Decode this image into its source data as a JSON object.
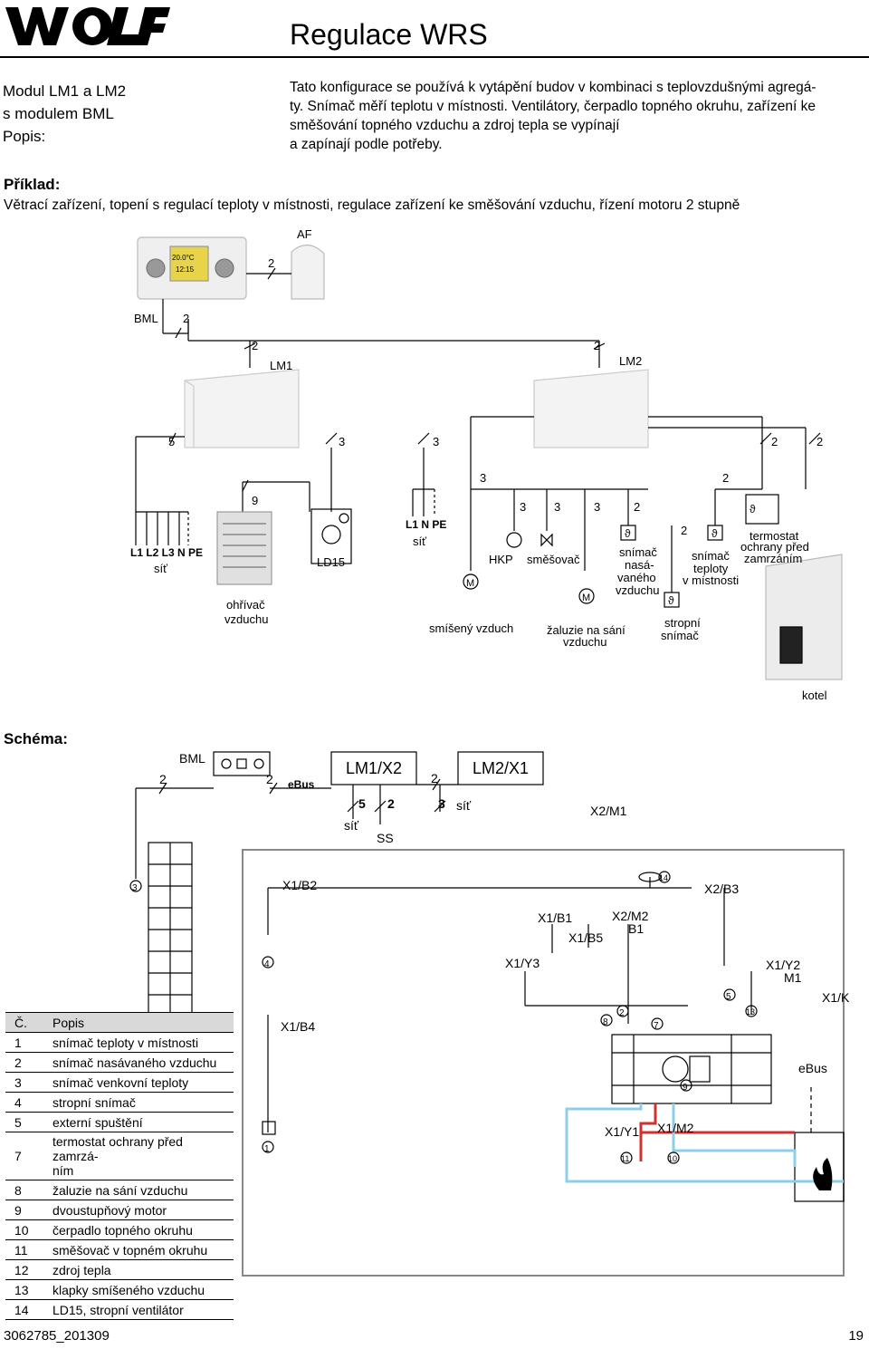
{
  "header": {
    "logo_text": "WOLF",
    "title": "Regulace WRS"
  },
  "module": {
    "line1": "Modul LM1 a LM2",
    "line2": "s modulem BML",
    "line3": "Popis:"
  },
  "intro": {
    "l1": "Tato konfigurace se používá k vytápění budov v kombinaci s teplovzdušnými agregá-",
    "l2": "ty. Snímač měří teplotu v místnosti. Ventilátory, čerpadlo topného okruhu, zařízení ke",
    "l3": "směšování topného vzduchu a zdroj tepla se vypínají",
    "l4": "a zapínají podle potřeby."
  },
  "example": {
    "heading": "Příklad:",
    "text": "Větrací zařízení, topení s regulací teploty v místnosti, regulace zařízení ke směšování vzduchu, řízení motoru 2 stupně"
  },
  "diagram": {
    "af": "AF",
    "bml": "BML",
    "lm1": "LM1",
    "lm2": "LM2",
    "n2": "2",
    "n3": "3",
    "n5": "5",
    "n9": "9",
    "l123": "L1 L2 L3 N PE",
    "sit": "síť",
    "l1npe": "L1 N PE",
    "ohrivac1": "ohřívač",
    "ohrivac2": "vzduchu",
    "ld15": "LD15",
    "hkp": "HKP",
    "smesovac": "směšovač",
    "smiseny": "smíšený vzduch",
    "zaluzie1": "žaluzie na sání",
    "zaluzie2": "vzduchu",
    "nasav1": "snímač",
    "nasav2": "nasá-",
    "nasav3": "vaného",
    "nasav4": "vzduchu",
    "strop1": "stropní",
    "strop2": "snímač",
    "teplota1": "snímač",
    "teplota2": "teploty",
    "teplota3": "v místnosti",
    "termo1": "termostat",
    "termo2": "ochrany před",
    "termo3": "zamrzáním",
    "kotel": "kotel",
    "display1": "20.0°C",
    "display2": "12:15",
    "m": "M",
    "theta": "ϑ"
  },
  "schema": {
    "heading": "Schéma:",
    "bml": "BML",
    "ebus": "eBus",
    "lm1x2": "LM1/X2",
    "lm2x1": "LM2/X1",
    "sit": "síť",
    "ss": "SS",
    "x2m1": "X2/M1",
    "x1b2": "X1/B2",
    "x2b3": "X2/B3",
    "x1b1": "X1/B1",
    "x1b5": "X1/B5",
    "x2m2": "X2/M2",
    "b1": "B1",
    "x1y3": "X1/Y3",
    "x1y2": "X1/Y2",
    "m1": "M1",
    "x1k": "X1/K",
    "x1b4": "X1/B4",
    "x1y1": "X1/Y1",
    "x1m2": "X1/M2",
    "ebus2": "eBus",
    "c1": "1",
    "c2": "2",
    "c3": "3",
    "c4": "4",
    "c5": "5",
    "c7": "7",
    "c8": "8",
    "c9": "9",
    "c10": "10",
    "c11": "11",
    "c13": "13",
    "c14": "14"
  },
  "legend": {
    "head_no": "Č.",
    "head_desc": "Popis",
    "rows": [
      {
        "no": "1",
        "desc": "snímač teploty v místnosti"
      },
      {
        "no": "2",
        "desc": "snímač nasávaného vzduchu"
      },
      {
        "no": "3",
        "desc": "snímač venkovní teploty"
      },
      {
        "no": "4",
        "desc": "stropní snímač"
      },
      {
        "no": "5",
        "desc": "externí spuštění"
      },
      {
        "no": "7",
        "desc": "termostat ochrany před zamrzá-",
        "desc2": "ním"
      },
      {
        "no": "8",
        "desc": "žaluzie na sání vzduchu"
      },
      {
        "no": "9",
        "desc": "dvoustupňový motor"
      },
      {
        "no": "10",
        "desc": "čerpadlo topného okruhu"
      },
      {
        "no": "11",
        "desc": "směšovač v topném okruhu"
      },
      {
        "no": "12",
        "desc": "zdroj tepla"
      },
      {
        "no": "13",
        "desc": "klapky smíšeného vzduchu"
      },
      {
        "no": "14",
        "desc": "LD15, stropní ventilátor"
      }
    ]
  },
  "footer": {
    "docnum": "3062785_201309",
    "page": "19"
  }
}
